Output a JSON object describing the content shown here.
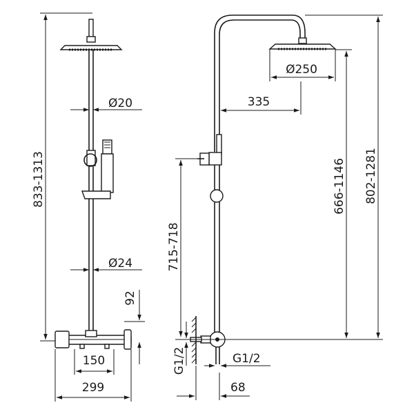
{
  "labels": {
    "d20": "Ø20",
    "d24": "Ø24",
    "d250": "Ø250",
    "h_total_left": "833-1313",
    "w150": "150",
    "w299": "299",
    "h92": "92",
    "w335": "335",
    "h715": "715-718",
    "h666": "666-1146",
    "h802": "802-1281",
    "g_left": "G1/2",
    "g_right": "G1/2",
    "w68": "68"
  },
  "colors": {
    "line": "#1a1a1a",
    "background": "#ffffff"
  }
}
